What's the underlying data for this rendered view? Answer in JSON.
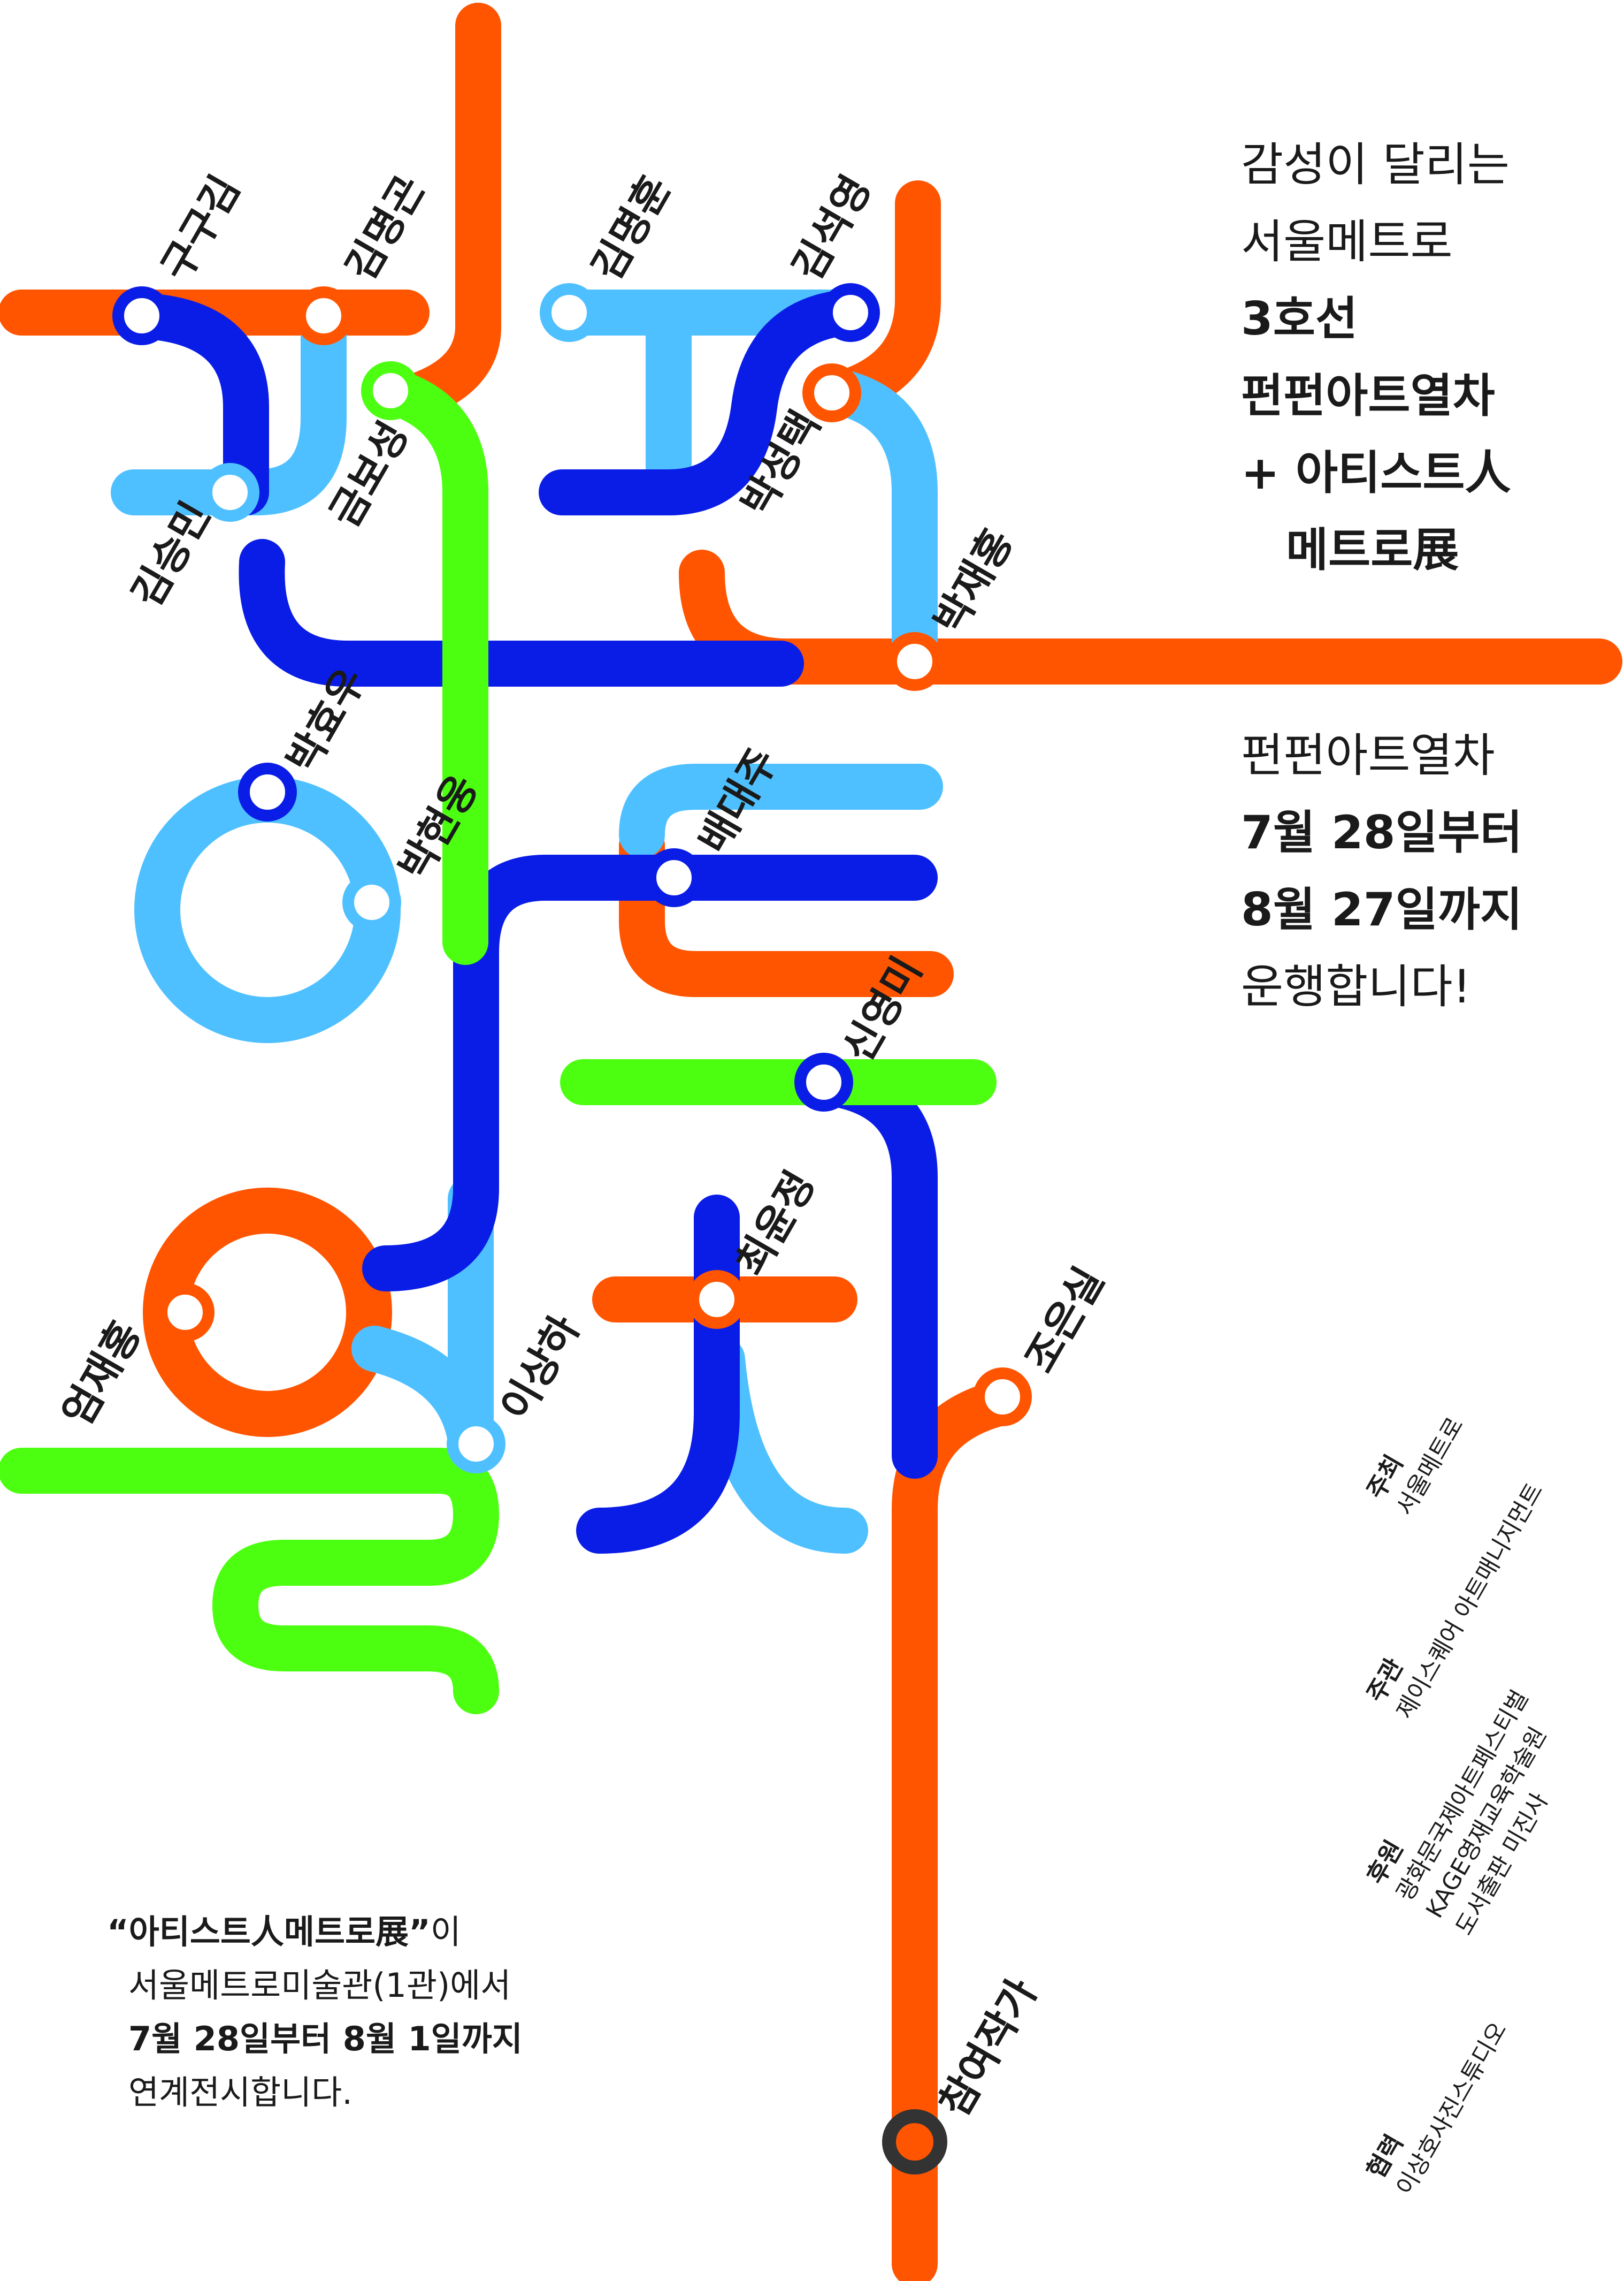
{
  "title": {
    "line1": "감성이 달리는",
    "line2": "서울메트로",
    "line3": "3호선",
    "line4": "펀펀아트열차",
    "line5": "+ 아티스트人",
    "line6": "메트로展"
  },
  "schedule": {
    "line1": "펀펀아트열차",
    "line2": "7월 28일부터",
    "line3": "8월 27일까지",
    "line4": "운행합니다!"
  },
  "exhibit": {
    "title": "“아티스트人메트로展”",
    "title_suffix": "이",
    "line2": "서울메트로미술관(1관)에서",
    "line3": "7월 28일부터 8월 1일까지",
    "line4": "연계전시합니다."
  },
  "credits": [
    {
      "role": "주최",
      "names": [
        "서울메트로"
      ]
    },
    {
      "role": "주관",
      "names": [
        "제이스퀘어 아트매니지먼트"
      ]
    },
    {
      "role": "후원",
      "names": [
        "광화문국제아트페스티벌",
        "KAGE영재교육학술원",
        "도서출판 미진사"
      ]
    },
    {
      "role": "협력",
      "names": [
        "이상호사진스튜디오"
      ]
    }
  ],
  "stations": {
    "gugugim": "구구김",
    "kimmyeonggon": "김명곤",
    "kimseungmin": "김승민",
    "geumboseong": "금보성",
    "kimmyeonghun": "김명훈",
    "kimseokyeong": "김석영",
    "parkseongtaek": "박성택",
    "parkjaehong": "박재홍",
    "parkhyowoo": "박효우",
    "parkhyeonung": "박현웅",
    "baedaeju": "배대주",
    "shinyoungmi": "신영미",
    "choiyunjeong": "최윤정",
    "eomjaehong": "엄재홍",
    "leesangha": "이상하",
    "joeunsil": "조은실",
    "participants": "참여작가"
  },
  "colors": {
    "orange": "#ff5500",
    "blue": "#0a1de6",
    "skyblue": "#4fc0ff",
    "green": "#4cff10",
    "terminal": "#333333"
  }
}
